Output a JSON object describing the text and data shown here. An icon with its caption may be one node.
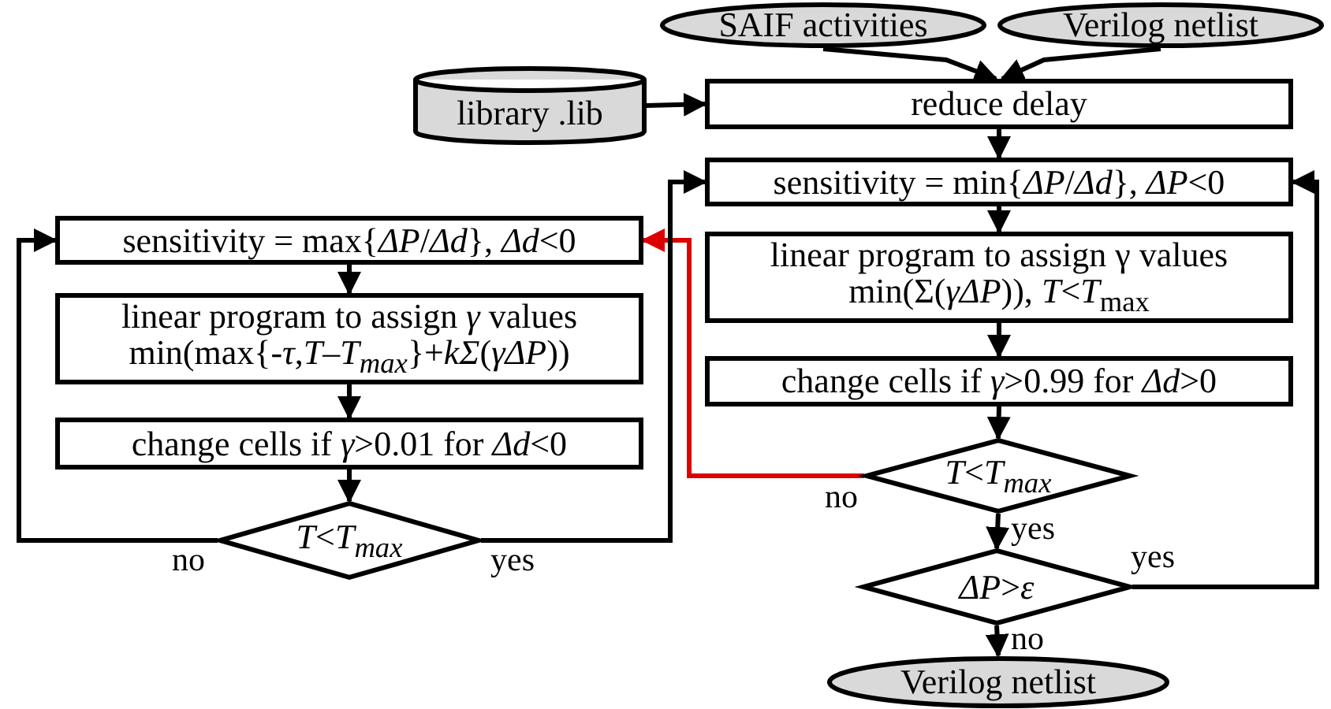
{
  "diagram": {
    "nodes": [
      {
        "text": [
          "SAIF activities"
        ]
      },
      {
        "text": [
          "Verilog netlist"
        ]
      },
      {
        "text": [
          "library .lib"
        ]
      },
      {
        "text": [
          "reduce delay"
        ]
      },
      {
        "text": [
          "sensitivity = min{*ΔP*/*Δd*}, *ΔP*<0"
        ]
      },
      {
        "text": [
          "linear program to assign γ values min(Σ(*γΔP*)), *T*<*T*$_{max}$"
        ]
      },
      {
        "text": [
          "change cells if *γ*>0.99 for *Δd*>0"
        ]
      },
      {
        "text": [
          "*T*<*T*$_{max}$"
        ]
      },
      {
        "text": [
          "*ΔP*>*ε*"
        ]
      },
      {
        "text": [
          "Verilog netlist"
        ]
      },
      {
        "text": [
          "sensitivity = max{*ΔP*/*Δd*}, *Δd*<0"
        ]
      },
      {
        "text": [
          "linear program to assign *γ* values min(max{-*τ*,*T*–*T*$_{max}$}+*kΣ*(*γΔP*))"
        ]
      },
      {
        "text": [
          "change cells if *γ*>0.01 for *Δd*<0"
        ]
      },
      {
        "text": [
          "*T*<*T*$_{max}$"
        ]
      }
    ],
    "edges": [
      {
        "from": 0,
        "to": 3,
        "arrow": "to"
      },
      {
        "from": 1,
        "to": 3,
        "arrow": "to"
      },
      {
        "from": 2,
        "to": 3,
        "arrow": "to"
      },
      {
        "from": 3,
        "to": 4,
        "arrow": "to"
      },
      {
        "from": 4,
        "to": 5,
        "arrow": "to"
      },
      {
        "from": 5,
        "to": 6,
        "arrow": "to"
      },
      {
        "from": 6,
        "to": 7,
        "arrow": "to"
      },
      {
        "from": 7,
        "to": 8,
        "arrow": "to",
        "label": "yes"
      },
      {
        "from": 7,
        "to": 10,
        "arrow": "to",
        "label": "no",
        "color": "#dd0000"
      },
      {
        "from": 8,
        "to": 4,
        "arrow": "to",
        "label": "yes"
      },
      {
        "from": 8,
        "to": 9,
        "arrow": "to",
        "label": "no"
      },
      {
        "from": 10,
        "to": 11,
        "arrow": "to"
      },
      {
        "from": 11,
        "to": 12,
        "arrow": "to"
      },
      {
        "from": 12,
        "to": 13,
        "arrow": "to"
      },
      {
        "from": 13,
        "to": 10,
        "arrow": "to",
        "label": "no"
      },
      {
        "from": 13,
        "to": 4,
        "arrow": "to",
        "label": "yes"
      }
    ]
  }
}
